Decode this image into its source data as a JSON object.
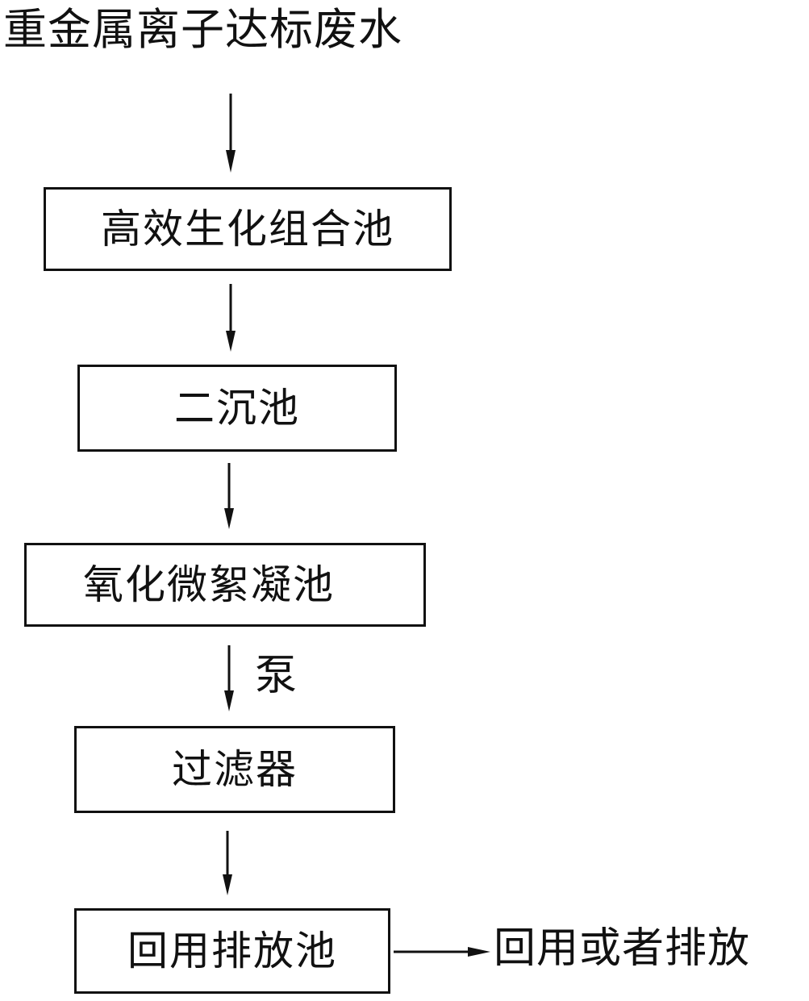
{
  "diagram": {
    "source": "重金属离子达标废水",
    "stages": {
      "bio": "高效生化组合池",
      "settle": "二沉池",
      "oxidize": "氧化微絮凝池",
      "filter": "过滤器",
      "reuse": "回用排放池"
    },
    "pump_label": "泵",
    "outlet_label": "回用或者排放"
  }
}
